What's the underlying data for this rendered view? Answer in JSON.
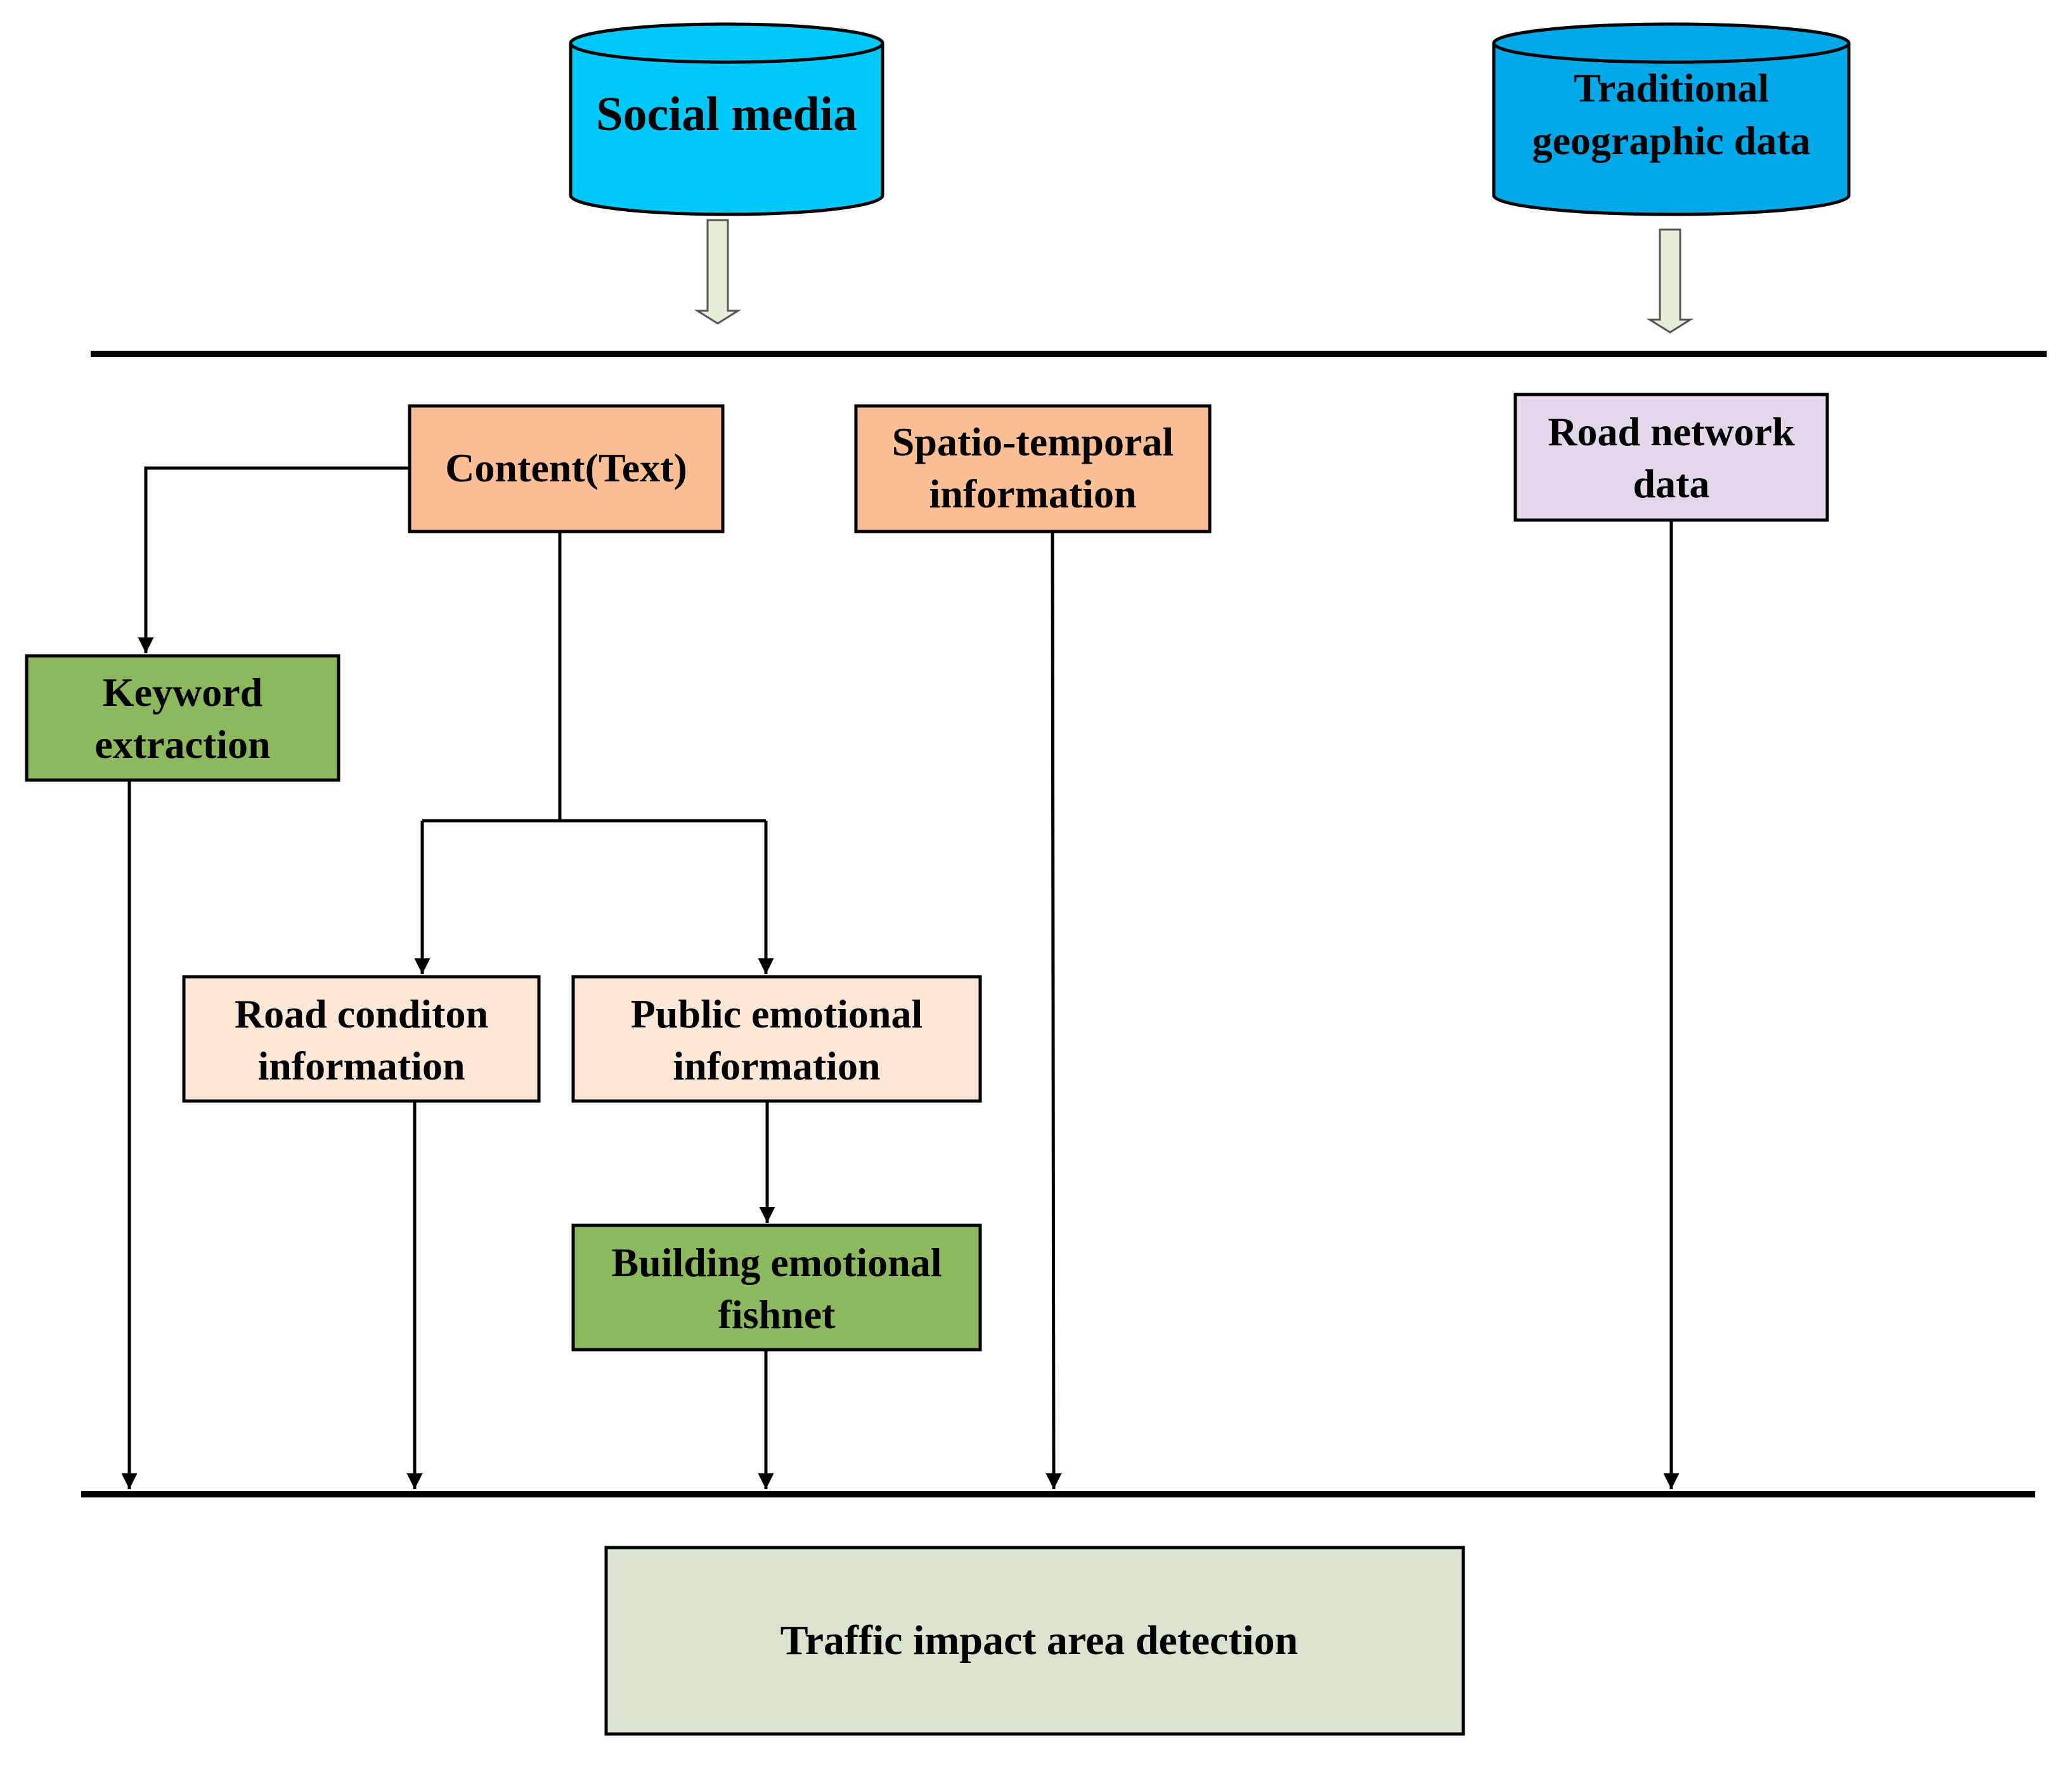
{
  "sources": {
    "social_media": "Social media",
    "traditional_line1": "Traditional",
    "traditional_line2": "geographic data"
  },
  "boxes": {
    "content_text": "Content(Text)",
    "spatio_temporal_line1": "Spatio-temporal",
    "spatio_temporal_line2": "information",
    "road_network_line1": "Road network",
    "road_network_line2": "data",
    "keyword_line1": "Keyword",
    "keyword_line2": "extraction",
    "road_condition_line1": "Road conditon",
    "road_condition_line2": "information",
    "public_emotional_line1": "Public emotional",
    "public_emotional_line2": "information",
    "fishnet_line1": "Building emotional",
    "fishnet_line2": "fishnet",
    "result": "Traffic impact area detection"
  },
  "colors": {
    "social_media": "#00c8f8",
    "traditional_geo": "#00a8e8",
    "orange_box": "#fbbf95",
    "light_orange_box": "#fce6d6",
    "lavender_box": "#e2d8ea",
    "green_box": "#8db95e",
    "result_box": "#dbe3cf",
    "hollow_arrow": "#e6eed8"
  }
}
